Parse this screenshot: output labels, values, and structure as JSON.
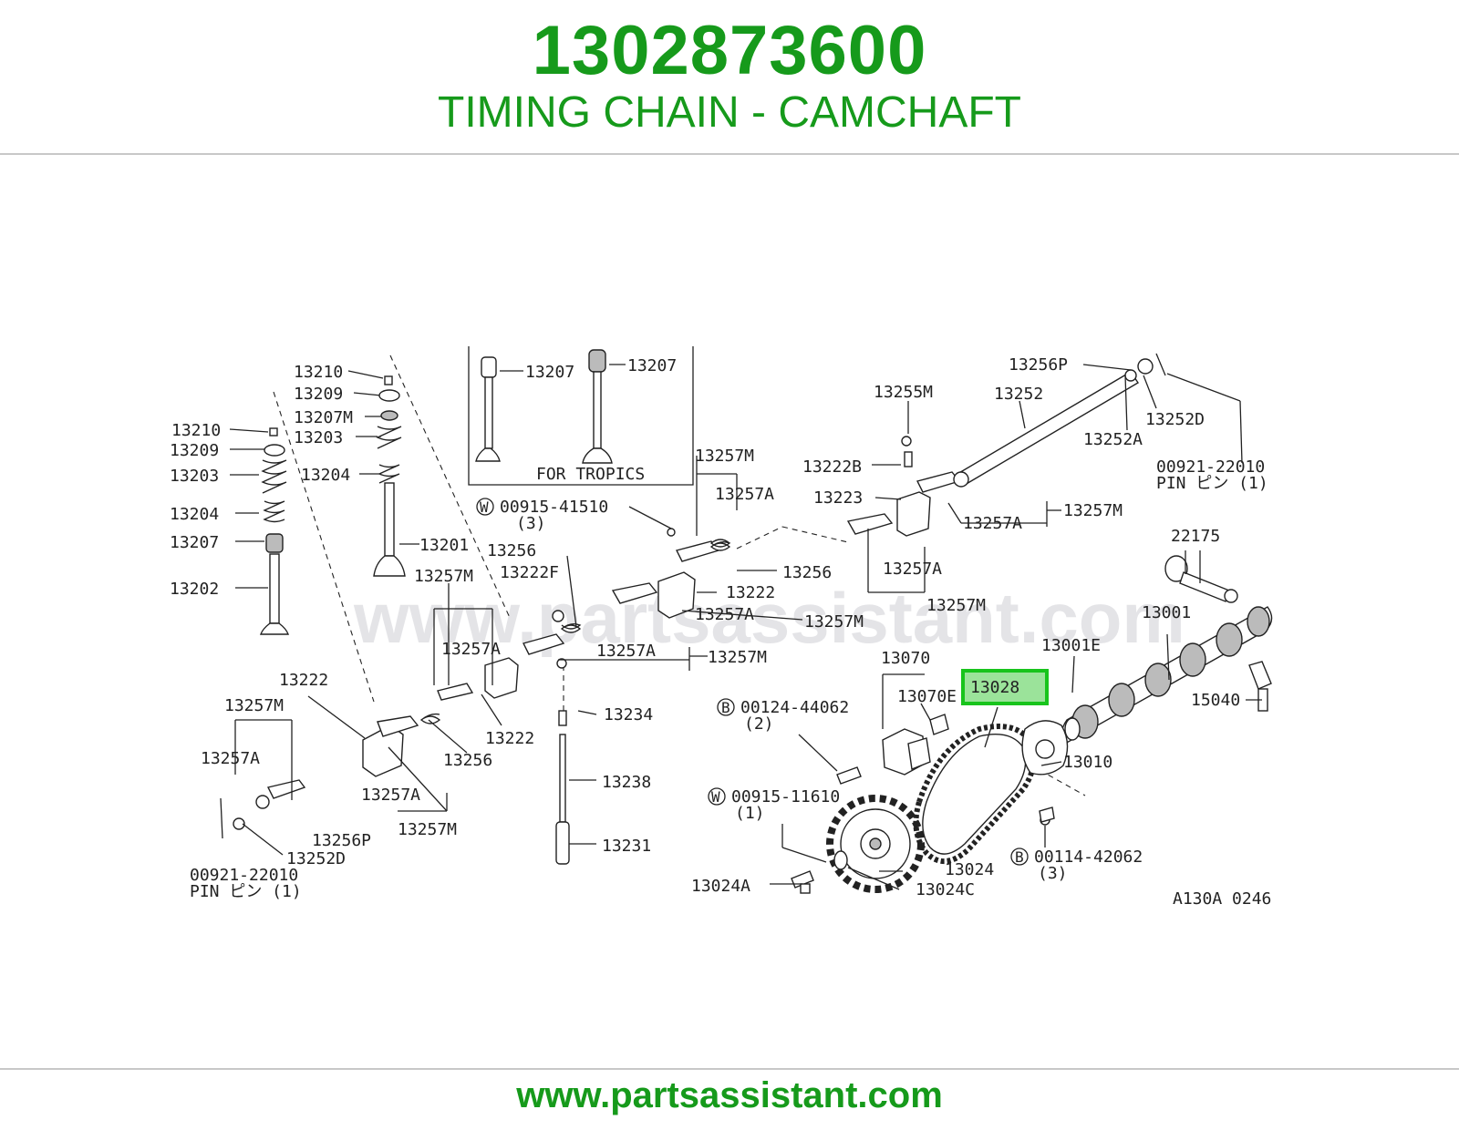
{
  "header": {
    "part_number": "1302873600",
    "title": "TIMING CHAIN - CAMCHAFT"
  },
  "footer": {
    "url": "www.partsassistant.com"
  },
  "diagram": {
    "watermark": "www.partsassistant.com",
    "code": "A130A 0246",
    "highlight": "13028",
    "labels": {
      "l13210a": "13210",
      "l13209a": "13209",
      "l13203a": "13203",
      "l13204a": "13204",
      "l13207a": "13207",
      "l13202": "13202",
      "l13210b": "13210",
      "l13209b": "13209",
      "l13207m": "13207M",
      "l13203b": "13203",
      "l13204b": "13204",
      "l13201": "13201",
      "l13207c": "13207",
      "l13207d": "13207",
      "for_tropics": "FOR TROPICS",
      "w1_code": "00915-41510",
      "w1_qty": "(3)",
      "l13256a": "13256",
      "l13222f": "13222F",
      "l13257m_a": "13257M",
      "l13257a_a": "13257A",
      "l13222a": "13222",
      "l13257m_b": "13257M",
      "l13257a_b": "13257A",
      "l13256p_a": "13256P",
      "l13252d_a": "13252D",
      "pin_a_code": "00921-22010",
      "pin_a_text": "PIN ピン (1)",
      "l13257a_c": "13257A",
      "l13257m_c": "13257M",
      "l13256b": "13256",
      "l13222b": "13222",
      "l13234": "13234",
      "l13238": "13238",
      "l13231": "13231",
      "l13257a_d": "13257A",
      "l13257m_d": "13257M",
      "l13257m_e": "13257M",
      "l13257a_e": "13257A",
      "l13256c": "13256",
      "l13222c": "13222",
      "l13257a_f": "13257A",
      "l13257m_f": "13257M",
      "l13255m": "13255M",
      "l13222b2": "13222B",
      "l13223": "13223",
      "l13257a_g": "13257A",
      "l13257m_g": "13257M",
      "l13257a_h": "13257A",
      "l13257m_h": "13257M",
      "l13256p_b": "13256P",
      "l13252": "13252",
      "l13252a": "13252A",
      "l13252d_b": "13252D",
      "pin_b_code": "00921-22010",
      "pin_b_text": "PIN ピン (1)",
      "l22175": "22175",
      "l13001": "13001",
      "l13001e": "13001E",
      "l15040": "15040",
      "l13070": "13070",
      "l13070e": "13070E",
      "l13010": "13010",
      "b1_code": "00124-44062",
      "b1_qty": "(2)",
      "w2_code": "00915-11610",
      "w2_qty": "(1)",
      "b2_code": "00114-42062",
      "b2_qty": "(3)",
      "l13024": "13024",
      "l13024a": "13024A",
      "l13024c": "13024C",
      "mark_w": "W",
      "mark_b": "B"
    }
  }
}
